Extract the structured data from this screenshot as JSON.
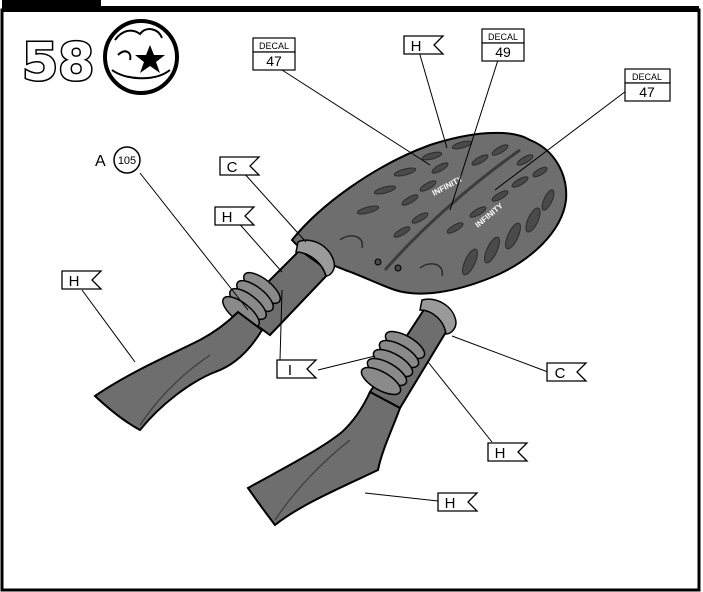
{
  "step": {
    "number": "58"
  },
  "decals": [
    {
      "head": "DECAL",
      "number": "47"
    },
    {
      "head": "DECAL",
      "number": "49"
    },
    {
      "head": "DECAL",
      "number": "47"
    }
  ],
  "part_a": {
    "letter": "A",
    "number": "105"
  },
  "flags": {
    "h_top": "H",
    "c_upper": "C",
    "h_upper": "H",
    "h_left": "H",
    "i_center": "I",
    "c_right": "C",
    "h_lower_right": "H",
    "h_bottom": "H"
  },
  "body_text": {
    "left": "INFINITY",
    "right": "INFINITY"
  },
  "colors": {
    "part_fill": "#6e6e6e",
    "part_dark": "#4a4a4a",
    "line": "#000000",
    "background": "#ffffff"
  }
}
